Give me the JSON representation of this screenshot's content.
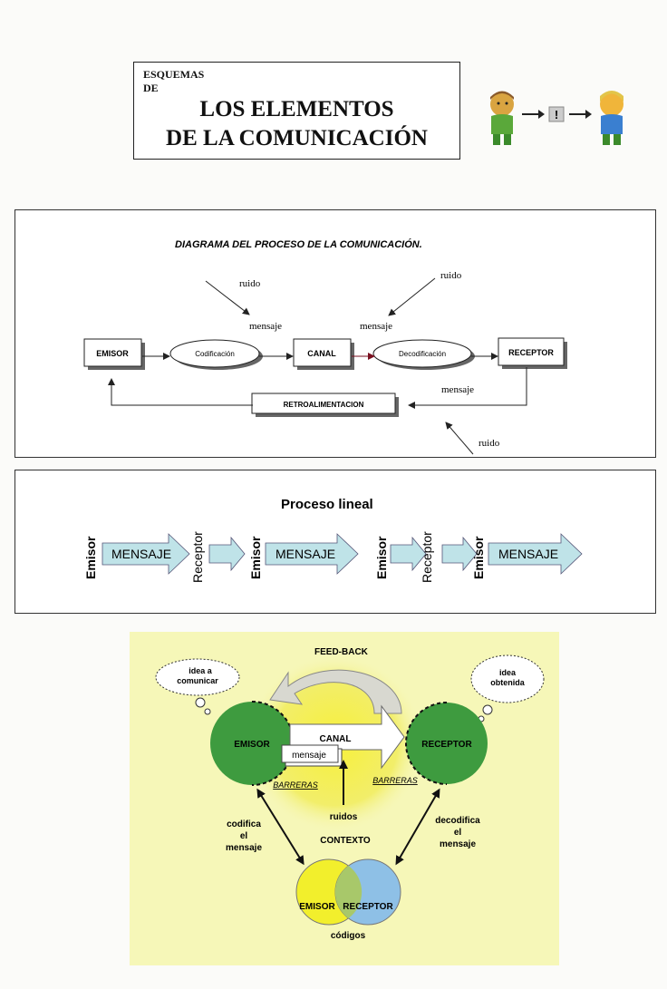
{
  "title": {
    "small_line1": "ESQUEMAS",
    "small_line2": "DE",
    "big_line1": "LOS ELEMENTOS",
    "big_line2": "DE LA COMUNICACIÓN"
  },
  "header_icon": {
    "symbol": "!"
  },
  "process_diagram": {
    "heading": "DIAGRAMA DEL PROCESO DE LA COMUNICACIÓN.",
    "emisor": "EMISOR",
    "codificacion": "Codificación",
    "canal": "CANAL",
    "decodificacion": "Decodificación",
    "receptor": "RECEPTOR",
    "retroalimentacion": "RETROALIMENTACION",
    "ruido_1": "ruido",
    "ruido_2": "ruido",
    "ruido_3": "ruido",
    "mensaje_1": "mensaje",
    "mensaje_2": "mensaje",
    "mensaje_3": "mensaje"
  },
  "linear_process": {
    "heading": "Proceso lineal",
    "emisor_1": "Emisor",
    "mensaje_1": "MENSAJE",
    "receptor_1": "Receptor",
    "emisor_2": "Emisor",
    "mensaje_2": "MENSAJE",
    "emisor_3": "Emisor",
    "receptor_2": "Receptor",
    "emisor_4": "Emisor",
    "mensaje_3": "MENSAJE"
  },
  "context_diagram": {
    "feedback": "FEED-BACK",
    "idea_a_comunicar_1": "idea a",
    "idea_a_comunicar_2": "comunicar",
    "idea_obtenida_1": "idea",
    "idea_obtenida_2": "obtenida",
    "emisor": "EMISOR",
    "receptor": "RECEPTOR",
    "canal": "CANAL",
    "mensaje": "mensaje",
    "barreras_1": "BARRERAS",
    "barreras_2": "BARRERAS",
    "ruidos": "ruidos",
    "contexto": "CONTEXTO",
    "codifica_1": "codifica",
    "codifica_2": "el",
    "codifica_3": "mensaje",
    "decodifica_1": "decodifica",
    "decodifica_2": "el",
    "decodifica_3": "mensaje",
    "venn_emisor": "EMISOR",
    "venn_receptor": "RECEPTOR",
    "codigos": "códigos"
  },
  "colors": {
    "arrow_fill": "#bfe3e8",
    "green_circle": "#3e9b3f",
    "yellow_circle": "#f2ef2c",
    "blue_circle": "#8ec0e6",
    "panel_bg": "#f6f7b8"
  }
}
